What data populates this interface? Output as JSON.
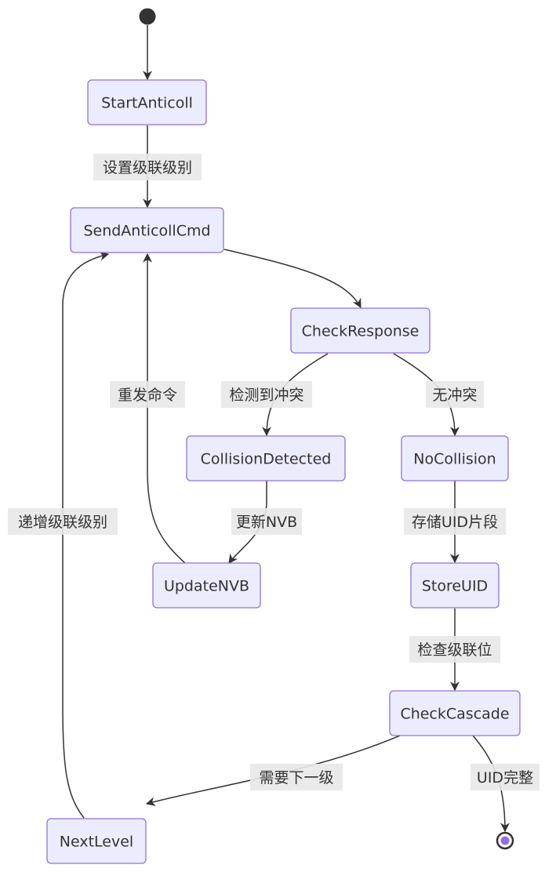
{
  "nodes": {
    "start_anticoll": "StartAnticoll",
    "send_anticoll_cmd": "SendAnticollCmd",
    "check_response": "CheckResponse",
    "collision_detected": "CollisionDetected",
    "no_collision": "NoCollision",
    "update_nvb": "UpdateNVB",
    "store_uid": "StoreUID",
    "check_cascade": "CheckCascade",
    "next_level": "NextLevel"
  },
  "edges": {
    "set_cascade_level": "设置级联级别",
    "collision_detected": "检测到冲突",
    "no_collision": "无冲突",
    "update_nvb": "更新NVB",
    "resend_command": "重发命令",
    "store_uid_fragment": "存储UID片段",
    "check_cascade_bit": "检查级联位",
    "need_next_level": "需要下一级",
    "uid_complete": "UID完整",
    "increment_cascade_level": "递增级联级别"
  },
  "colors": {
    "node_fill": "#ECECFF",
    "node_stroke": "#9370DB",
    "edge": "#333333",
    "label_bg": "#E8E8E8",
    "start_dot": "#333333",
    "end_inner": "#9370DB"
  }
}
